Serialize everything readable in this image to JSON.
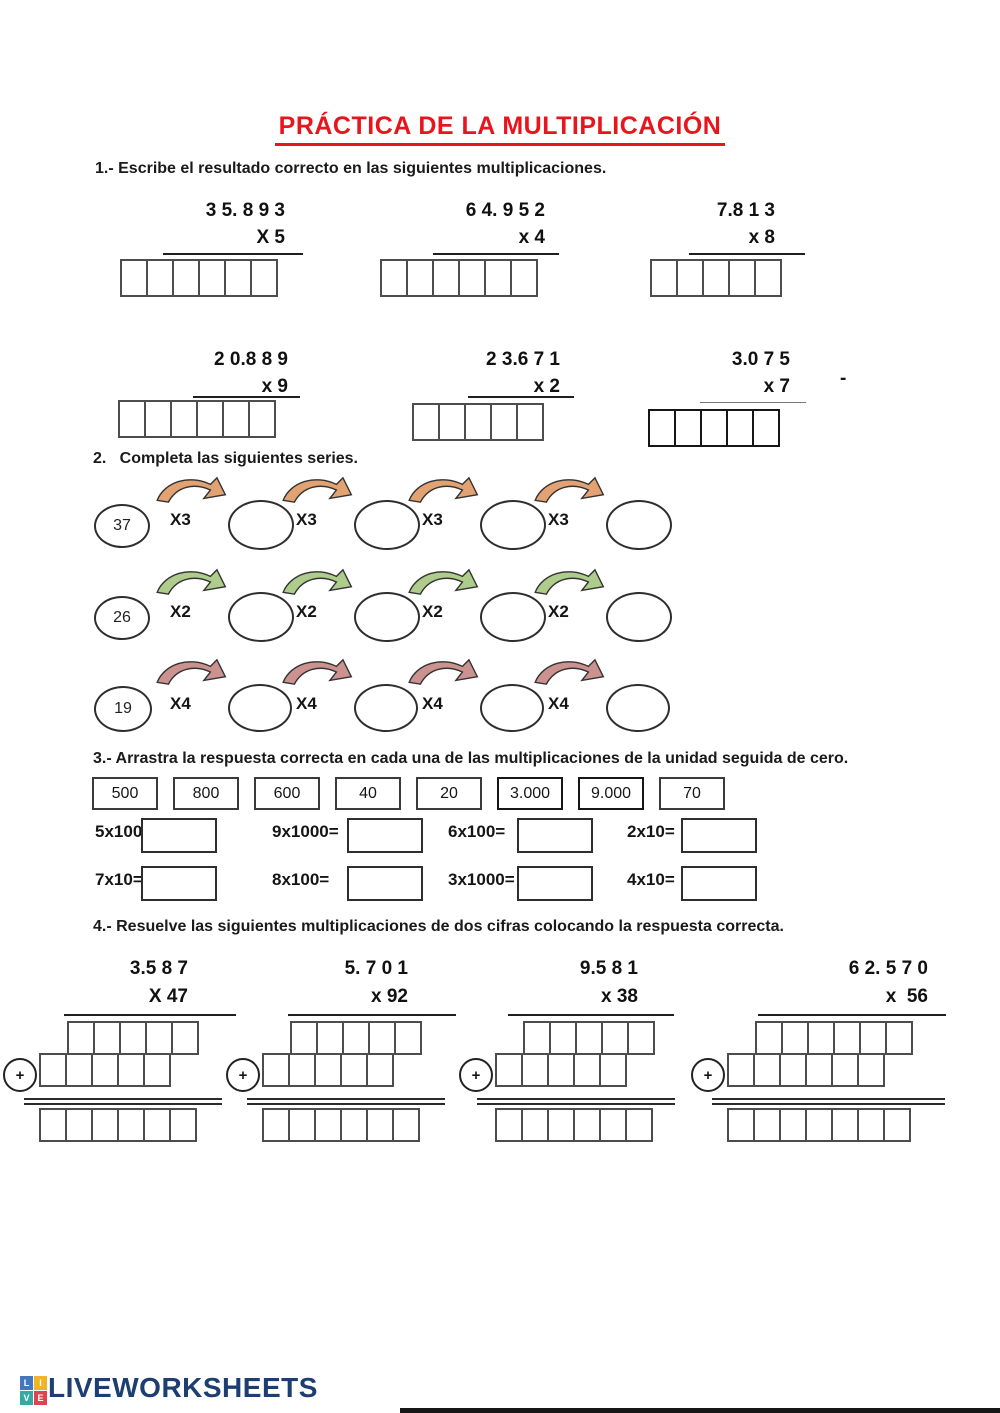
{
  "title": "PRÁCTICA DE LA MULTIPLICACIÓN",
  "s1": {
    "heading": "1.- Escribe el resultado correcto en las siguientes multiplicaciones.",
    "problems": [
      {
        "num": "3 5. 8 9 3",
        "mult": "X 5"
      },
      {
        "num": "6 4. 9 5 2",
        "mult": "x 4"
      },
      {
        "num": "7.8 1 3",
        "mult": "x 8"
      },
      {
        "num": "2 0.8 8 9",
        "mult": "x 9"
      },
      {
        "num": "2 3.6 7 1",
        "mult": "x 2"
      },
      {
        "num": "3.0 7 5",
        "mult": "x 7"
      }
    ],
    "stray_dash": "-"
  },
  "s2": {
    "heading": "2.   Completa las siguientes series.",
    "series": [
      {
        "start": "37",
        "step": "X3",
        "color": "#E2A272"
      },
      {
        "start": "26",
        "step": "X2",
        "color": "#AECC8C"
      },
      {
        "start": "19",
        "step": "X4",
        "color": "#CB9290"
      }
    ]
  },
  "s3": {
    "heading": "3.- Arrastra la respuesta correcta en cada una de las multiplicaciones de la unidad seguida de cero.",
    "chips": [
      "500",
      "800",
      "600",
      "40",
      "20",
      "3.000",
      "9.000",
      "70"
    ],
    "row1": [
      "5x100=",
      "9x1000=",
      "6x100=",
      "2x10="
    ],
    "row2": [
      "7x10=",
      "8x100=",
      "3x1000=",
      "4x10="
    ]
  },
  "s4": {
    "heading": "4.- Resuelve las siguientes multiplicaciones de dos cifras colocando la respuesta correcta.",
    "plus": "+",
    "problems": [
      {
        "num": "3.5 8 7",
        "mult": "X 47"
      },
      {
        "num": "5. 7 0 1",
        "mult": "x 92"
      },
      {
        "num": "9.5 8 1",
        "mult": "x 38"
      },
      {
        "num": "6 2. 5 7 0",
        "mult": "x  56"
      }
    ]
  },
  "footer": {
    "brand": "LIVEWORKSHEETS",
    "logo": [
      "L",
      "I",
      "V",
      "E"
    ],
    "logo_colors": [
      "#4577BC",
      "#F0B32A",
      "#35A9A2",
      "#E2414E"
    ],
    "brand_color": "#1C3E71",
    "title_color": "#E8151D"
  }
}
